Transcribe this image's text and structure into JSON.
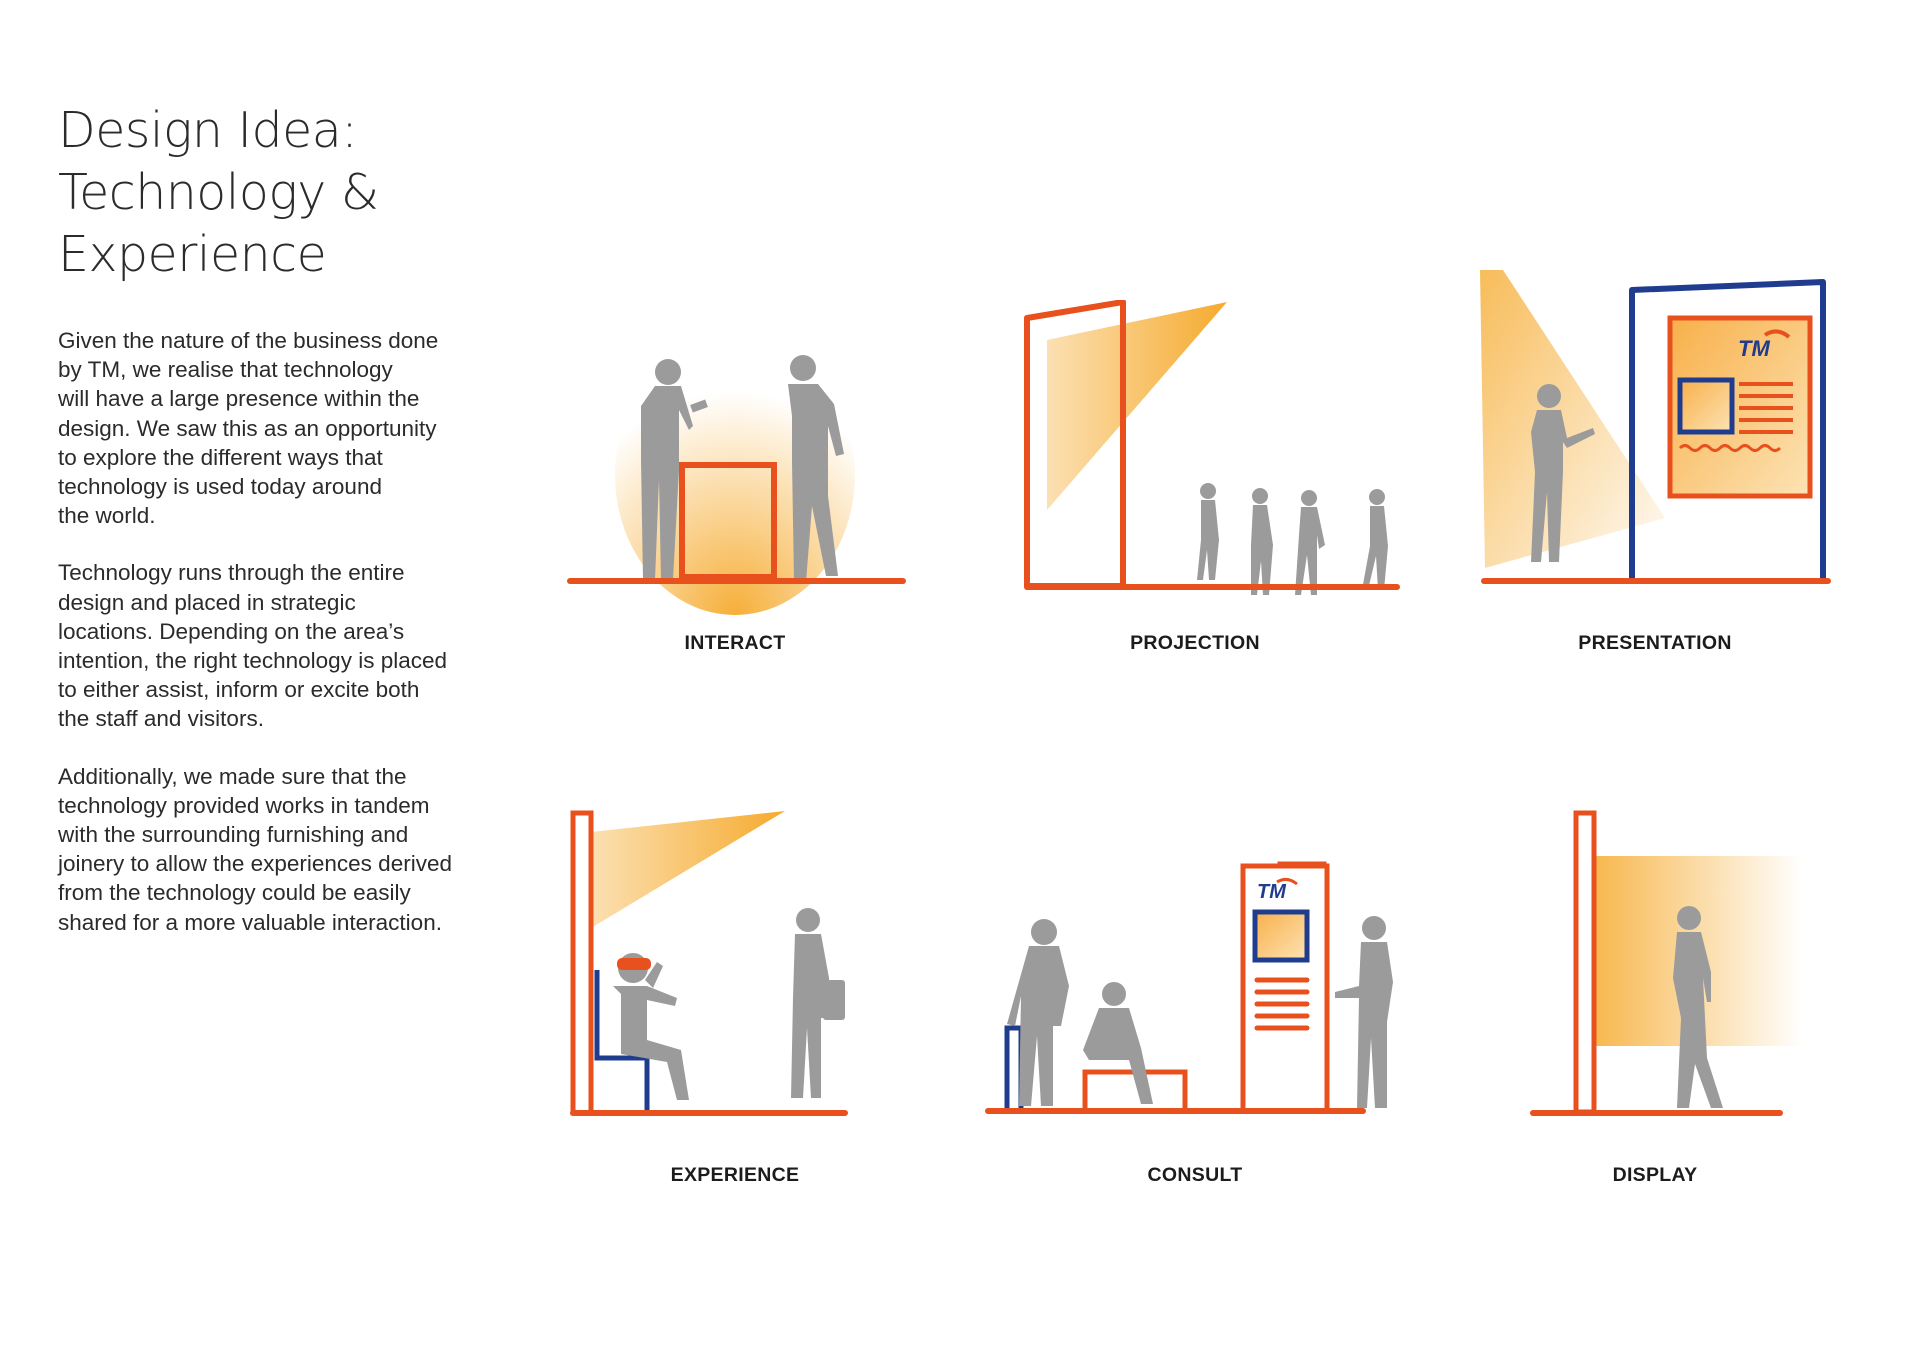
{
  "heading": {
    "lines": [
      "Design Idea:",
      "Technology &",
      "Experience"
    ]
  },
  "paragraphs": [
    "Given the nature of the business done\nby TM, we realise that technology\nwill have a large presence within the\ndesign. We saw this as an opportunity\nto explore the different ways that\ntechnology is used today around\nthe world.",
    "Technology runs through the entire\ndesign and placed in strategic\nlocations.  Depending on the area’s\nintention, the right technology is placed\nto either assist, inform or excite both\nthe staff and visitors.",
    "Additionally, we made sure that the\ntechnology provided works in tandem\nwith the surrounding furnishing and\njoinery to allow the experiences derived\nfrom the technology could be easily\nshared for a more valuable interaction."
  ],
  "panels": [
    {
      "caption": "INTERACT"
    },
    {
      "caption": "PROJECTION"
    },
    {
      "caption": "PRESENTATION",
      "logo": "TM"
    },
    {
      "caption": "EXPERIENCE"
    },
    {
      "caption": "CONSULT",
      "logo": "TM"
    },
    {
      "caption": "DISPLAY"
    }
  ],
  "colors": {
    "orange": "#E8501E",
    "navy": "#1F3C8F",
    "light": "#F5A623",
    "silhouette": "#9B9B9B"
  }
}
